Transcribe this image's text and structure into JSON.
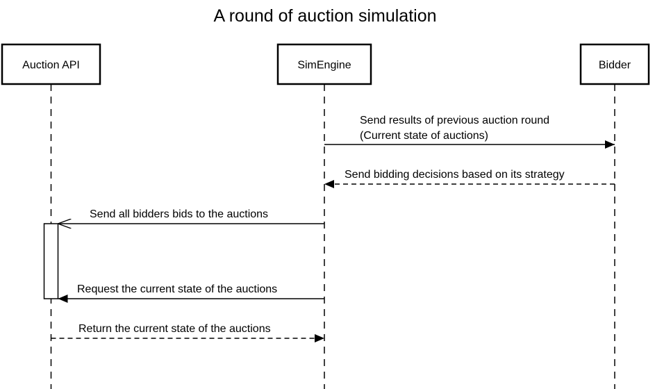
{
  "title": "A round of auction simulation",
  "participants": [
    {
      "id": "auction_api",
      "label": "Auction API"
    },
    {
      "id": "simengine",
      "label": "SimEngine"
    },
    {
      "id": "bidder",
      "label": "Bidder"
    }
  ],
  "messages": [
    {
      "from": "simengine",
      "to": "bidder",
      "style": "solid",
      "head": "filled",
      "label": [
        "Send results of previous auction round",
        "(Current state of auctions)"
      ]
    },
    {
      "from": "bidder",
      "to": "simengine",
      "style": "dashed",
      "head": "filled",
      "label": [
        "Send bidding decisions based on its strategy"
      ]
    },
    {
      "from": "simengine",
      "to": "auction_api",
      "style": "solid",
      "head": "open",
      "label": [
        "Send all bidders bids to the auctions"
      ]
    },
    {
      "from": "simengine",
      "to": "auction_api",
      "style": "solid",
      "head": "filled",
      "label": [
        "Request the current state of the auctions"
      ]
    },
    {
      "from": "auction_api",
      "to": "simengine",
      "style": "dashed",
      "head": "filled",
      "label": [
        "Return the current state of the auctions"
      ]
    }
  ],
  "activations": [
    {
      "participant": "auction_api",
      "from_message": 2,
      "to_message": 3
    }
  ]
}
